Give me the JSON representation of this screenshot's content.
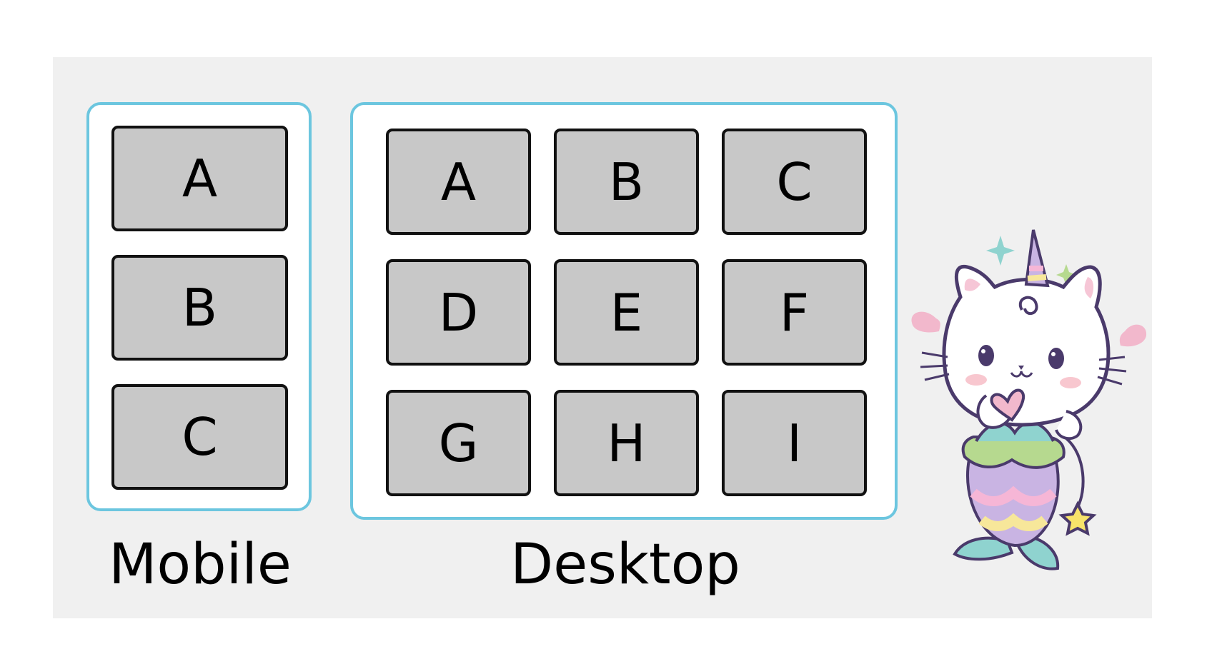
{
  "mobile": {
    "caption": "Mobile",
    "cells": [
      "A",
      "B",
      "C"
    ]
  },
  "desktop": {
    "caption": "Desktop",
    "cells": [
      "A",
      "B",
      "C",
      "D",
      "E",
      "F",
      "G",
      "H",
      "I"
    ]
  },
  "colors": {
    "frame_border": "#6cc6df",
    "cell_fill": "#c8c8c8",
    "cell_border": "#111111",
    "panel_background": "#f0f0f0"
  },
  "mascot": {
    "icon": "unicorn-mermaid-cat-icon"
  }
}
